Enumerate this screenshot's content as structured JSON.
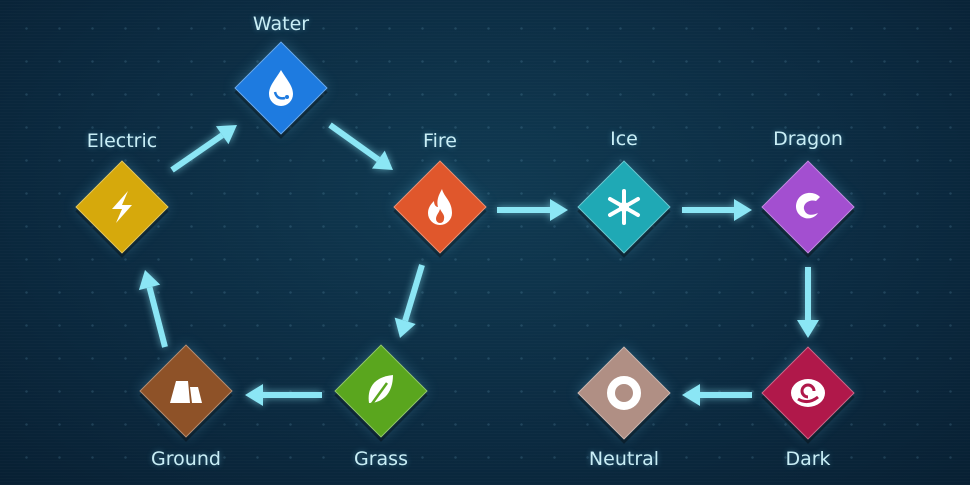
{
  "elements": [
    {
      "id": "water",
      "label": "Water",
      "color": "#1e7be0",
      "icon": "water-drop-icon"
    },
    {
      "id": "electric",
      "label": "Electric",
      "color": "#d6a90c",
      "icon": "lightning-icon"
    },
    {
      "id": "fire",
      "label": "Fire",
      "color": "#e0572c",
      "icon": "flame-icon"
    },
    {
      "id": "ice",
      "label": "Ice",
      "color": "#1fa9b5",
      "icon": "snowflake-icon"
    },
    {
      "id": "dragon",
      "label": "Dragon",
      "color": "#a34fd0",
      "icon": "dragon-icon"
    },
    {
      "id": "grass",
      "label": "Grass",
      "color": "#5aa61e",
      "icon": "leaf-icon"
    },
    {
      "id": "ground",
      "label": "Ground",
      "color": "#8e5228",
      "icon": "rock-icon"
    },
    {
      "id": "neutral",
      "label": "Neutral",
      "color": "#b08f84",
      "icon": "ring-icon"
    },
    {
      "id": "dark",
      "label": "Dark",
      "color": "#b0184a",
      "icon": "swirl-icon"
    }
  ],
  "relations": [
    {
      "from": "electric",
      "to": "water"
    },
    {
      "from": "water",
      "to": "fire"
    },
    {
      "from": "fire",
      "to": "ice"
    },
    {
      "from": "ice",
      "to": "dragon"
    },
    {
      "from": "dragon",
      "to": "dark"
    },
    {
      "from": "dark",
      "to": "neutral"
    },
    {
      "from": "fire",
      "to": "grass"
    },
    {
      "from": "grass",
      "to": "ground"
    },
    {
      "from": "ground",
      "to": "electric"
    }
  ],
  "arrow_color": "#8be6f5"
}
